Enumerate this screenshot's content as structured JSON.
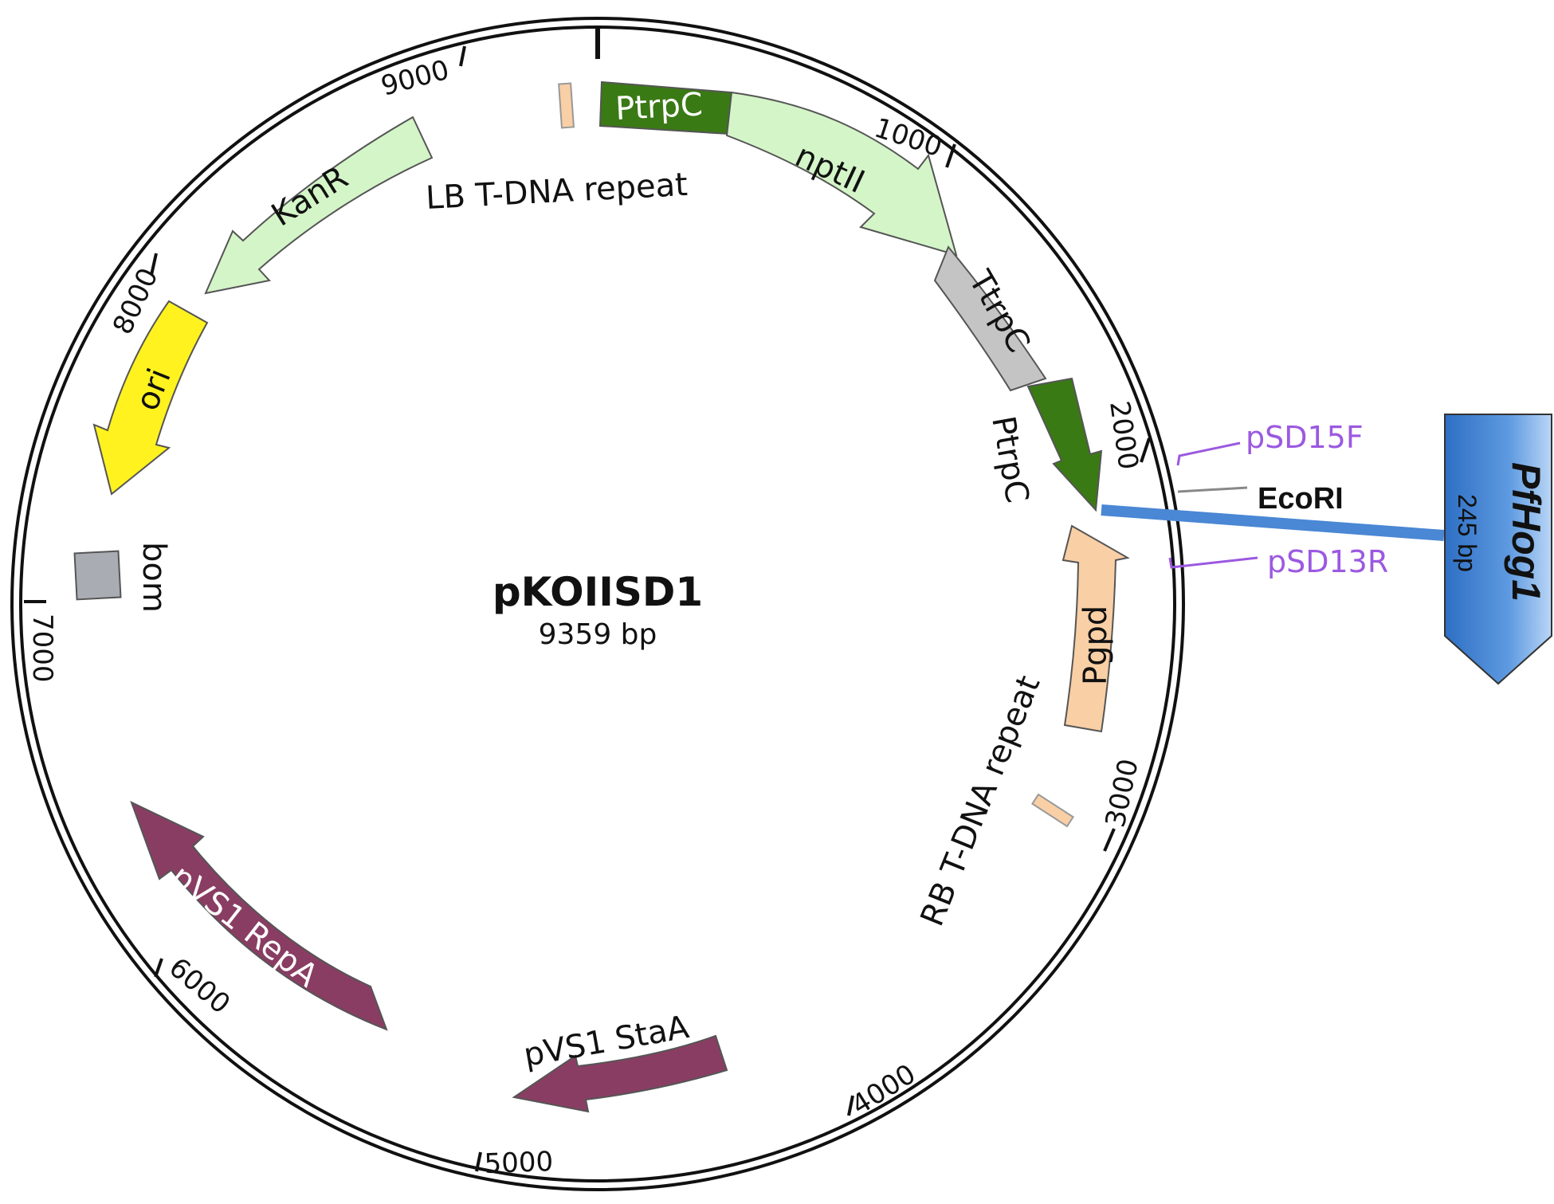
{
  "plasmid": {
    "name": "pKOIISD1",
    "size_label": "9359 bp"
  },
  "ticks": {
    "t1000": "1000",
    "t2000": "2000",
    "t3000": "3000",
    "t4000": "4000",
    "t5000": "5000",
    "t6000": "6000",
    "t7000": "7000",
    "t8000": "8000",
    "t9000": "9000"
  },
  "features": {
    "ptrpc_top": "PtrpC",
    "nptii": "nptII",
    "ttrpc": "TtrpC",
    "ptrpc_right": "PtrpC",
    "pgpd": "Pgpd",
    "rb_repeat": "RB T-DNA repeat",
    "lb_repeat": "LB T-DNA repeat",
    "stai": "pVS1 StaA",
    "repa": "pVS1 RepA",
    "bom": "bom",
    "ori": "ori",
    "kanr": "KanR"
  },
  "sites": {
    "pSD15F": "pSD15F",
    "EcoRI": "EcoRI",
    "pSD13R": "pSD13R"
  },
  "insert": {
    "name": "PfHog1",
    "size": "245 bp"
  },
  "colors": {
    "dark_green": "#3a7a14",
    "light_green": "#d4f5c8",
    "gray": "#c4c4c4",
    "peach": "#f9cfa5",
    "maroon": "#8a3d63",
    "yellow": "#fff21e",
    "primer": "#9b59e0",
    "insert_blue": "#4a87d4"
  }
}
